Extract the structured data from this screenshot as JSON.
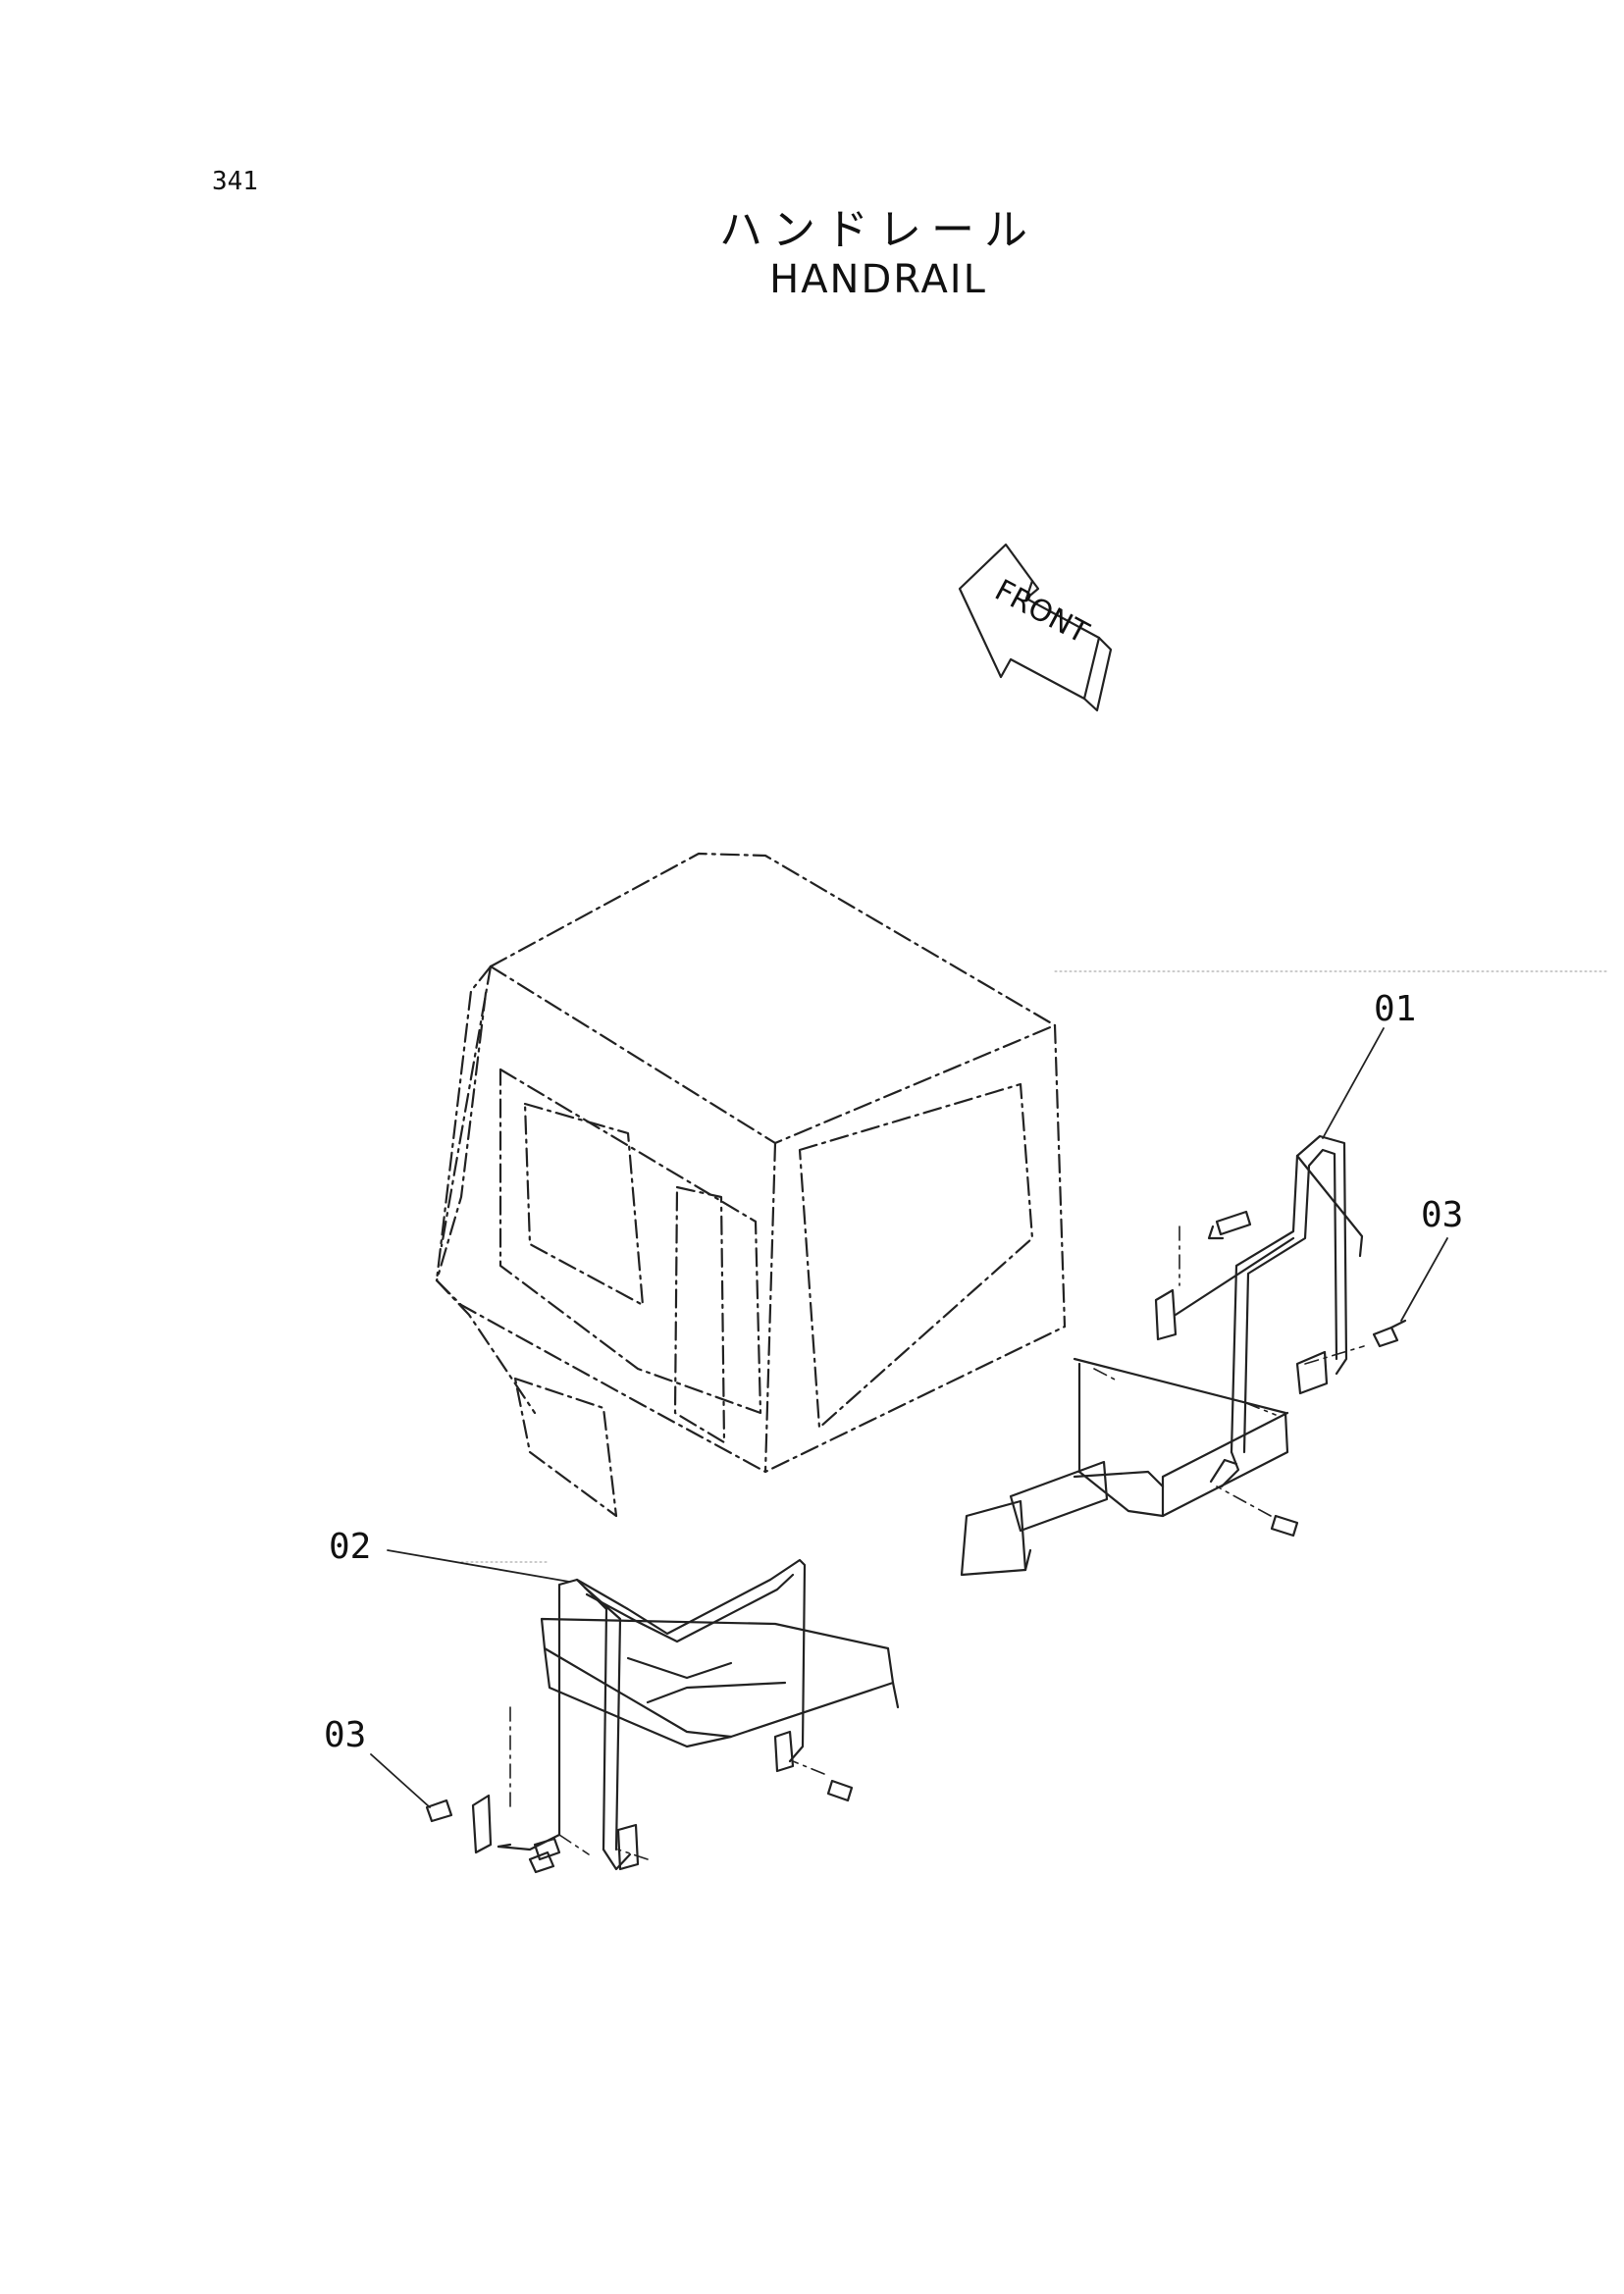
{
  "header": {
    "page_number": "341",
    "title_jp": "ハンドレール",
    "title_en": "HANDRAIL"
  },
  "diagram": {
    "direction_arrow": "FRONT",
    "callouts": [
      "01",
      "02",
      "03",
      "03"
    ]
  }
}
